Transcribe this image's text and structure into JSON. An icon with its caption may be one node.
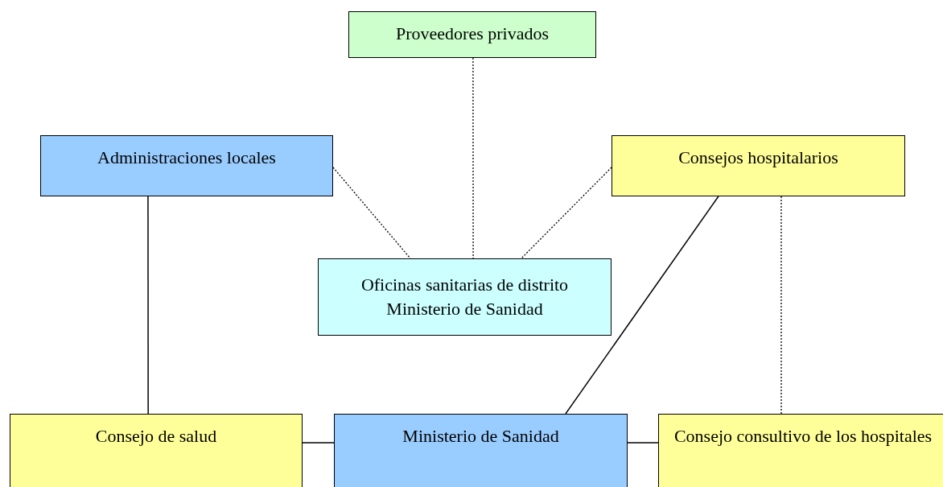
{
  "diagram": {
    "nodes": [
      {
        "text": [
          "Proveedores privados"
        ]
      },
      {
        "text": [
          "Administraciones locales"
        ]
      },
      {
        "text": [
          "Consejos hospitalarios"
        ]
      },
      {
        "text": [
          "Oficinas sanitarias de distrito Ministerio de Sanidad"
        ]
      },
      {
        "text": [
          "Consejo de salud"
        ]
      },
      {
        "text": [
          "Ministerio de Sanidad"
        ]
      },
      {
        "text": [
          "Consejo consultivo de los hospitales"
        ]
      }
    ],
    "edges": [
      {
        "from": 0,
        "to": 3,
        "arrow": "none",
        "style": "dashed"
      },
      {
        "from": 1,
        "to": 3,
        "arrow": "none",
        "style": "dashed"
      },
      {
        "from": 2,
        "to": 3,
        "arrow": "none",
        "style": "dashed"
      },
      {
        "from": 1,
        "to": 4,
        "arrow": "none"
      },
      {
        "from": 2,
        "to": 5,
        "arrow": "none"
      },
      {
        "from": 2,
        "to": 6,
        "arrow": "none",
        "style": "dashed"
      },
      {
        "from": 4,
        "to": 5,
        "arrow": "none"
      },
      {
        "from": 5,
        "to": 6,
        "arrow": "none"
      }
    ]
  }
}
